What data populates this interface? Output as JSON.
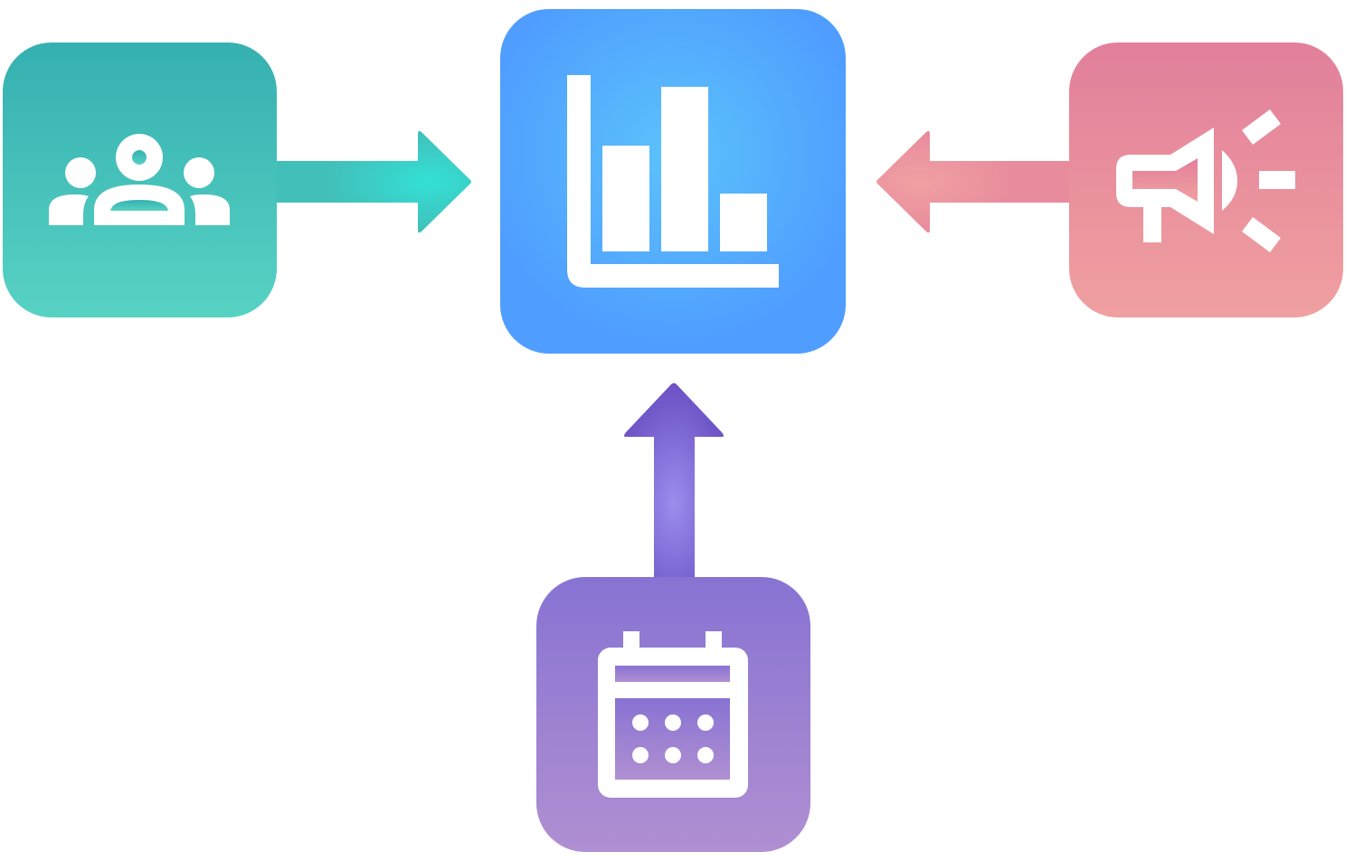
{
  "colors": {
    "people_top": "#35b0b1",
    "people_bottom": "#57d2c3",
    "chart_center": "#5bbefa",
    "chart_edge": "#4f9eff",
    "megaphone_top": "#e27f9b",
    "megaphone_bottom": "#f0a0a0",
    "calendar_top": "#8873d3",
    "calendar_bottom": "#b08fd2",
    "arrow_teal": "#3fbcb9",
    "arrow_pink": "#e88d9d",
    "arrow_purple": "#7e64d0",
    "icon": "#ffffff"
  },
  "nodes": {
    "people": {
      "icon": "people-group-icon"
    },
    "chart": {
      "icon": "bar-chart-icon"
    },
    "megaphone": {
      "icon": "megaphone-icon"
    },
    "calendar": {
      "icon": "calendar-icon"
    }
  },
  "edges": [
    {
      "from": "people",
      "to": "chart",
      "icon": "arrow-right-icon"
    },
    {
      "from": "megaphone",
      "to": "chart",
      "icon": "arrow-left-icon"
    },
    {
      "from": "calendar",
      "to": "chart",
      "icon": "arrow-up-icon"
    }
  ]
}
